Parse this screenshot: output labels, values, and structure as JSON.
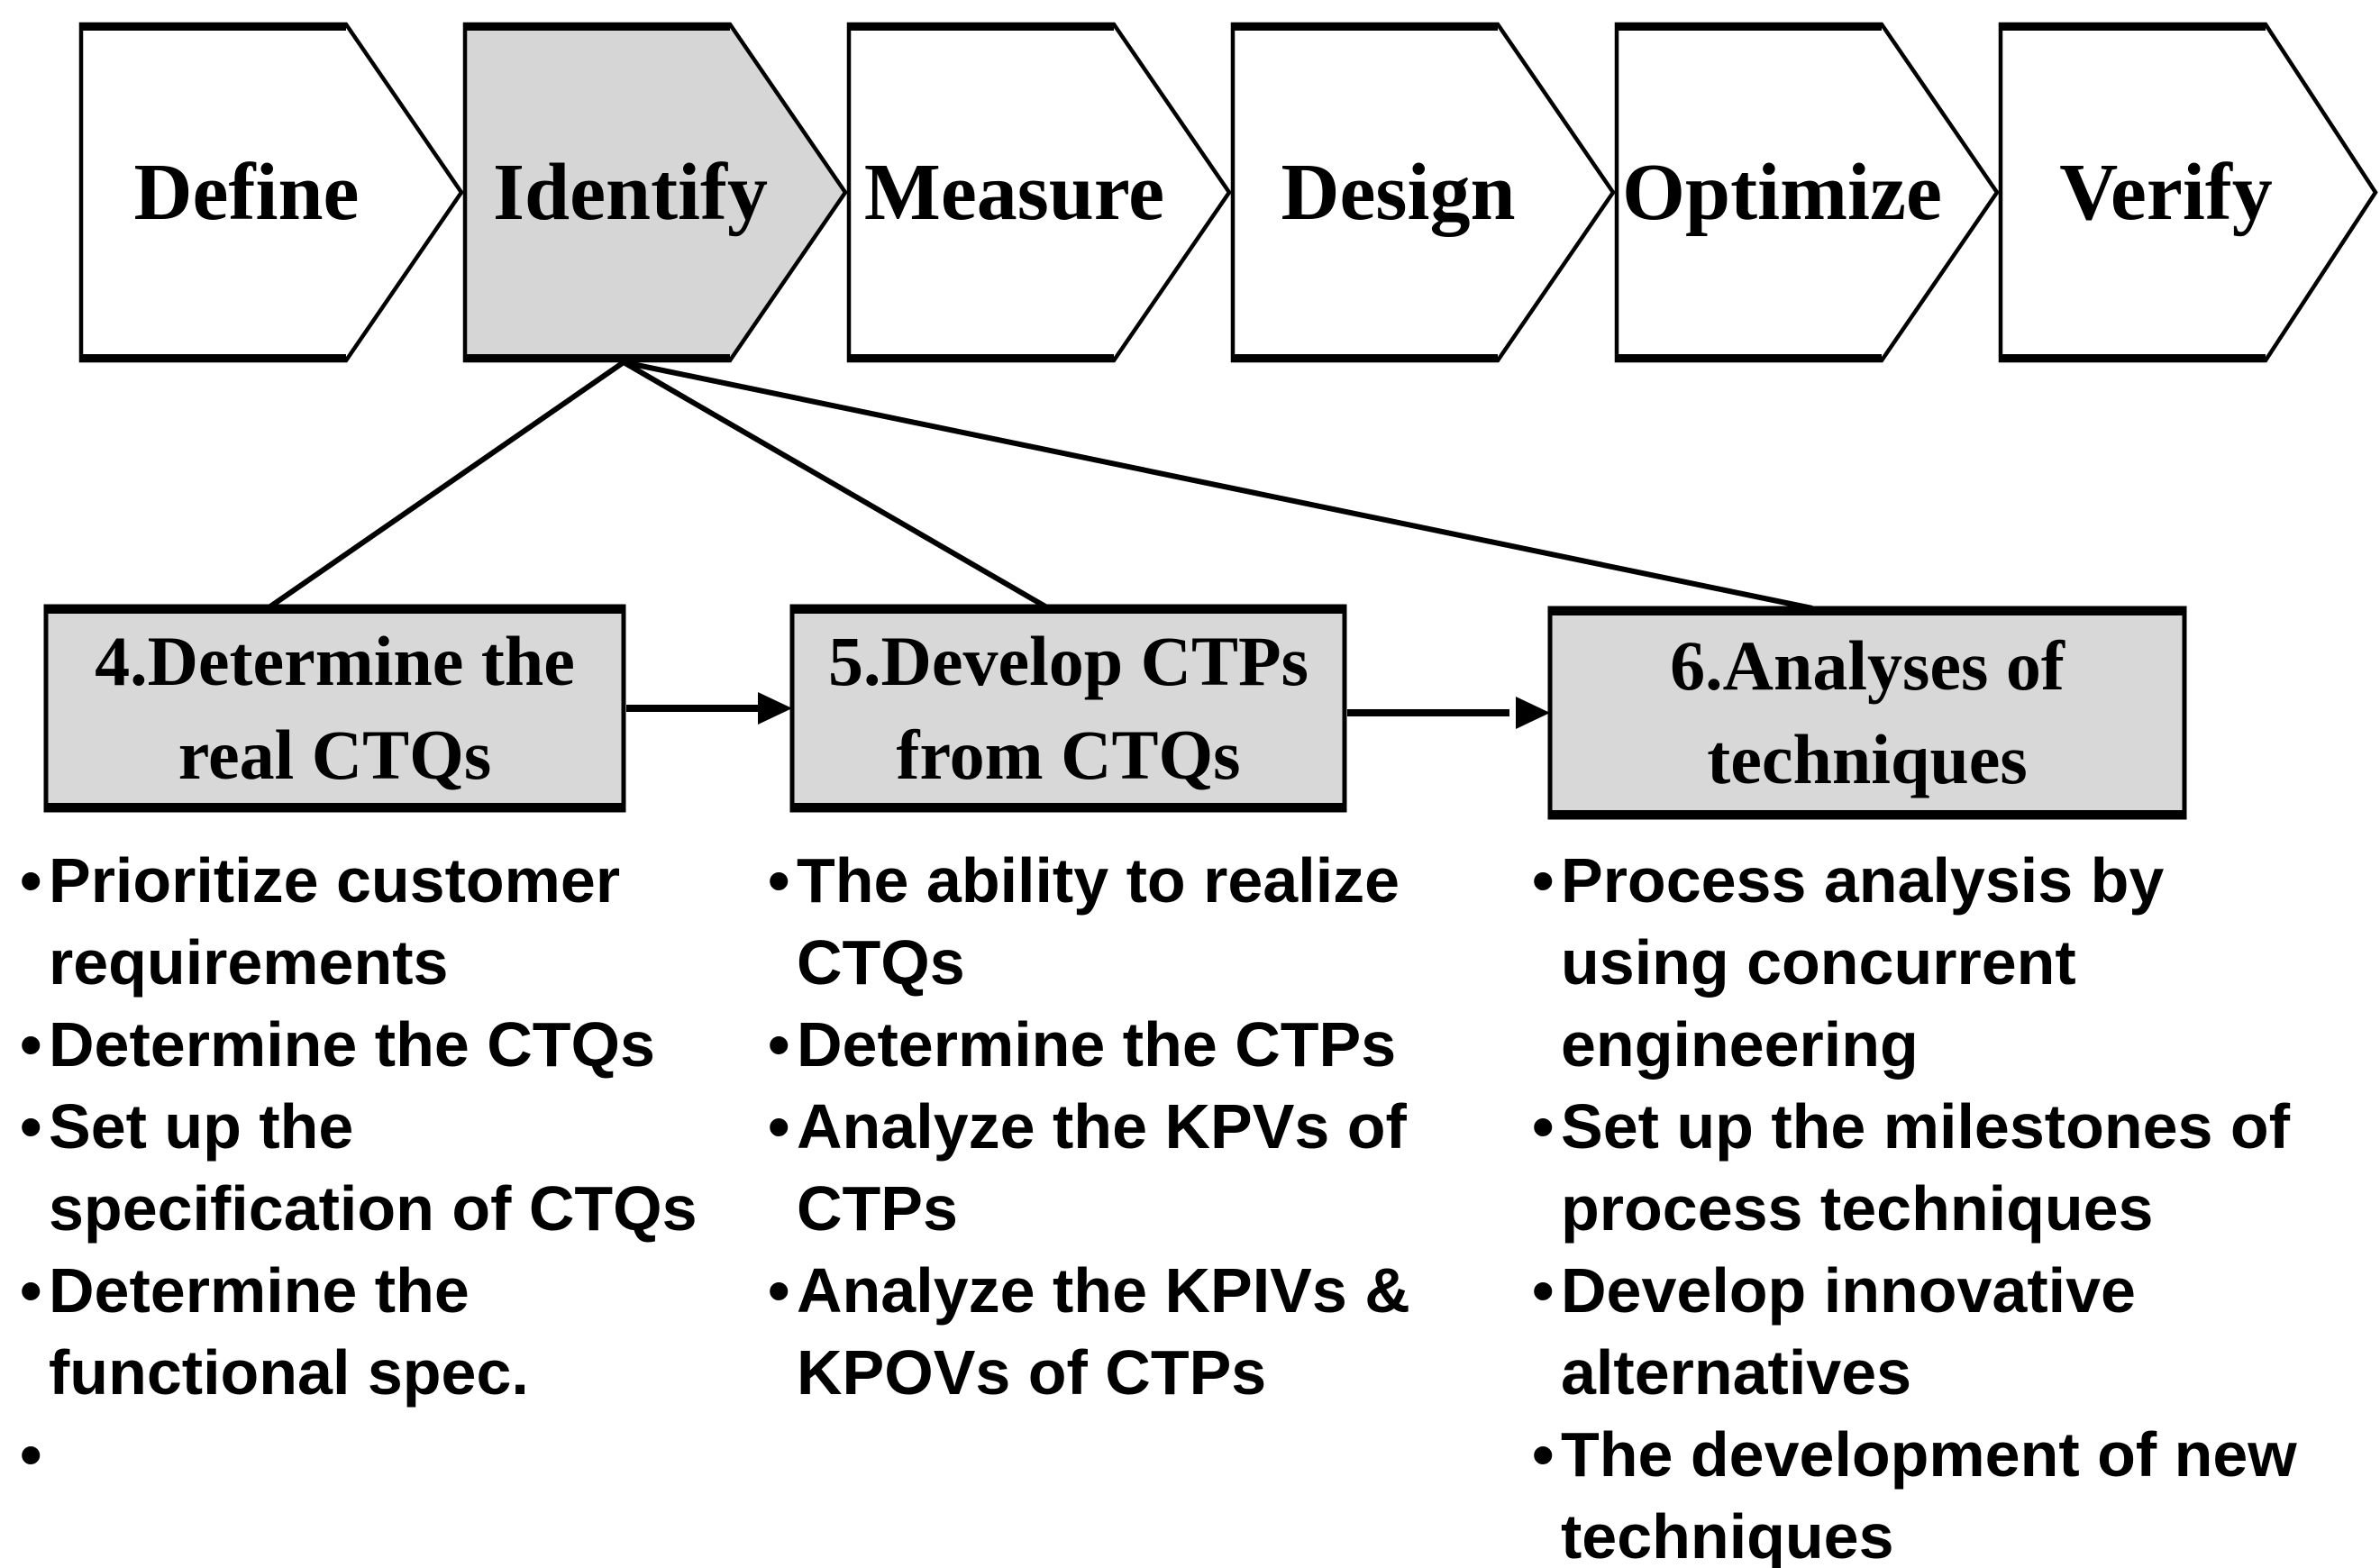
{
  "ui": {
    "bullet_glyph": "•"
  },
  "colors": {
    "highlight_gray": "#d6d6d6",
    "box_gray": "#d8d8d8",
    "white": "#ffffff",
    "stroke": "#000000"
  },
  "process_chevrons": [
    {
      "label": "Define",
      "highlighted": false
    },
    {
      "label": "Identify",
      "highlighted": true
    },
    {
      "label": "Measure",
      "highlighted": false
    },
    {
      "label": "Design",
      "highlighted": false
    },
    {
      "label": "Optimize",
      "highlighted": false
    },
    {
      "label": "Verify",
      "highlighted": false
    }
  ],
  "step_boxes": [
    {
      "title": "4.Determine the\nreal CTQs"
    },
    {
      "title": "5.Develop CTPs\nfrom CTQs"
    },
    {
      "title": "6.Analyses of\ntechniques"
    }
  ],
  "bullet_columns": [
    {
      "items": [
        "Prioritize customer\nrequirements",
        "Determine the CTQs",
        "Set up the\nspecification of CTQs",
        "Determine the\nfunctional spec.",
        ""
      ]
    },
    {
      "items": [
        "The ability to realize\nCTQs",
        "Determine the CTPs",
        "Analyze the KPVs of\nCTPs",
        "Analyze the KPIVs &\nKPOVs of CTPs"
      ]
    },
    {
      "items": [
        "Process analysis by\nusing concurrent\nengineering",
        "Set up the milestones of\nprocess techniques",
        "Develop innovative\nalternatives",
        "The development of new\ntechniques"
      ]
    }
  ]
}
